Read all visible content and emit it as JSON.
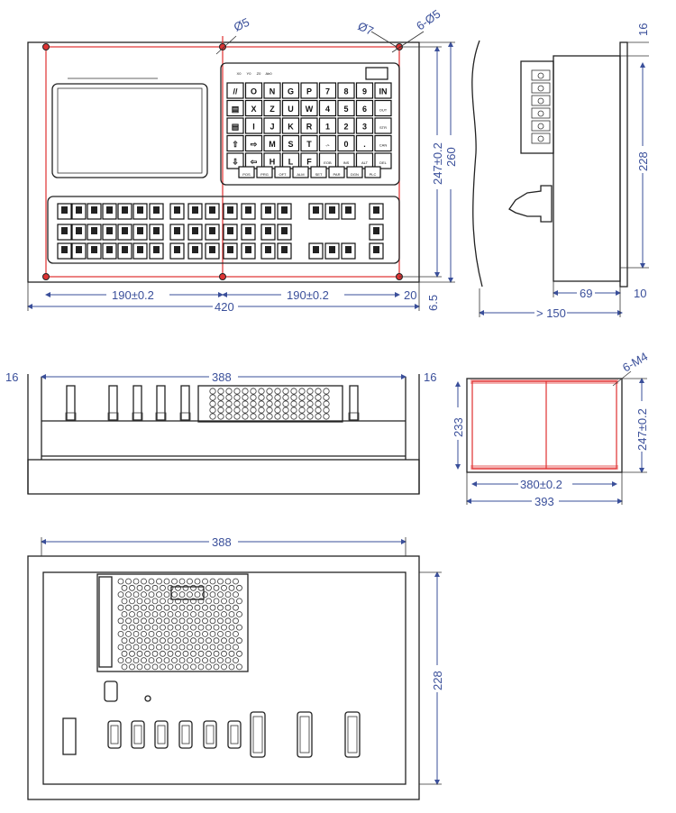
{
  "front_view": {
    "dims": {
      "half_span_left": "190±0.2",
      "half_span_right": "190±0.2",
      "edge_offset": "20",
      "total_width": "420",
      "bottom_offset": "6.5",
      "hole_height": "247±0.2",
      "total_height": "260"
    },
    "callouts": {
      "center_hole": "Ø5",
      "corner_hole": "Ø7",
      "holes": "6-Ø5"
    },
    "keypad_indicators": [
      "X0",
      "Y0",
      "Z0",
      "Ab0"
    ],
    "keypad_rows": [
      [
        "//",
        "O",
        "N",
        "G",
        "P",
        "7",
        "8",
        "9",
        "IN"
      ],
      [
        "▤",
        "X",
        "Z",
        "U",
        "W",
        "4",
        "5",
        "6",
        "OUT"
      ],
      [
        "▤",
        "I",
        "J",
        "K",
        "R",
        "1",
        "2",
        "3",
        "STR"
      ],
      [
        "⇧",
        "⇨",
        "M",
        "S",
        "T",
        "-/+",
        "0",
        ".",
        "CAN"
      ],
      [
        "⇩",
        "⇦",
        "H",
        "L",
        "F",
        "EOB",
        "INS",
        "ALT",
        "DEL"
      ]
    ],
    "function_keys": [
      "POS",
      "PRG",
      "OFT",
      "ALM",
      "SET",
      "PAR",
      "DGN",
      "PLC"
    ]
  },
  "side_view": {
    "dims": {
      "flange_top": "16",
      "body_height": "228",
      "depth": "69",
      "flange": "10",
      "min_depth": "> 150"
    }
  },
  "top_view": {
    "dims": {
      "inner_width": "388",
      "left_flange": "16",
      "right_flange": "16"
    }
  },
  "cutout_view": {
    "dims": {
      "inner_height": "233",
      "hole_height": "247±0.2",
      "hole_width": "380±0.2",
      "cutout_width": "393"
    },
    "callout": "6-M4"
  },
  "rear_view": {
    "dims": {
      "width": "388",
      "height": "228"
    }
  }
}
